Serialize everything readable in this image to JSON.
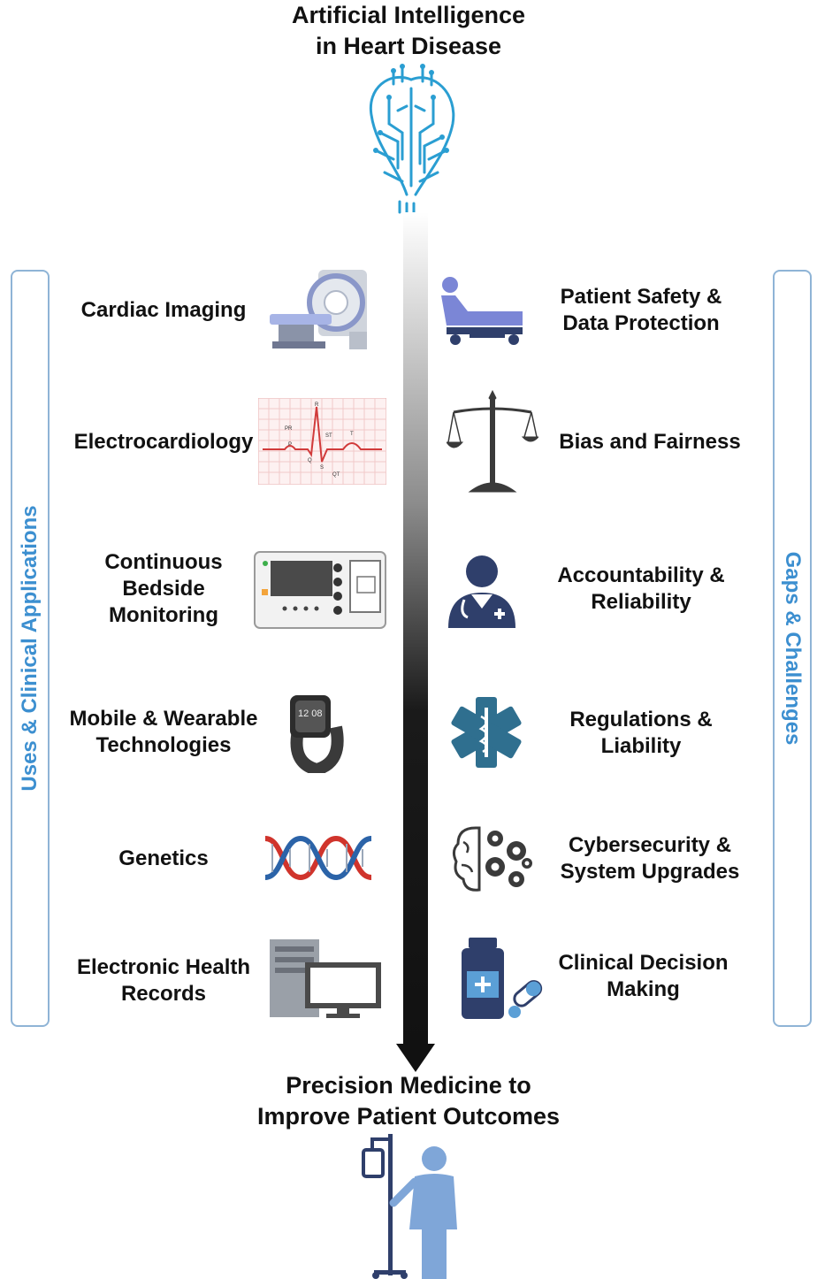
{
  "header": {
    "title_line1": "Artificial Intelligence",
    "title_line2": "in Heart Disease"
  },
  "left_panel": {
    "label": "Uses & Clinical Applications",
    "items": [
      {
        "line1": "Cardiac Imaging",
        "line2": "",
        "line3": "",
        "icon": "mri-scanner-icon"
      },
      {
        "line1": "Electrocardiology",
        "line2": "",
        "line3": "",
        "icon": "ecg-trace-icon"
      },
      {
        "line1": "Continuous",
        "line2": "Bedside",
        "line3": "Monitoring",
        "icon": "bedside-monitor-icon"
      },
      {
        "line1": "Mobile & Wearable",
        "line2": "Technologies",
        "line3": "",
        "icon": "smartwatch-icon"
      },
      {
        "line1": "Genetics",
        "line2": "",
        "line3": "",
        "icon": "dna-icon"
      },
      {
        "line1": "Electronic Health",
        "line2": "Records",
        "line3": "",
        "icon": "computer-icon"
      }
    ]
  },
  "right_panel": {
    "label": "Gaps & Challenges",
    "items": [
      {
        "line1": "Patient Safety &",
        "line2": "Data Protection",
        "icon": "hospital-bed-icon"
      },
      {
        "line1": "Bias and Fairness",
        "line2": "",
        "icon": "scales-icon"
      },
      {
        "line1": "Accountability &",
        "line2": "Reliability",
        "icon": "doctor-icon"
      },
      {
        "line1": "Regulations &",
        "line2": "Liability",
        "icon": "star-of-life-icon"
      },
      {
        "line1": "Cybersecurity &",
        "line2": "System Upgrades",
        "icon": "brain-gears-icon"
      },
      {
        "line1": "Clinical Decision",
        "line2": "Making",
        "icon": "medication-icon"
      }
    ]
  },
  "ecg_labels": {
    "r": "R",
    "pr": "PR",
    "st": "ST",
    "p": "P",
    "t": "T",
    "q": "Q",
    "s": "S",
    "qt": "QT"
  },
  "watch_time": "12 08",
  "footer": {
    "title_line1": "Precision Medicine to",
    "title_line2": "Improve Patient Outcomes"
  },
  "colors": {
    "accent_blue": "#3c8fd0",
    "box_border": "#8fb4d6",
    "icon_navy": "#2f3f6b",
    "icon_periwinkle": "#7b86d6",
    "icon_teal": "#2f6f8f",
    "dna_red": "#d0342c",
    "dna_blue": "#2b63a8",
    "patient_blue": "#7fa6d8"
  }
}
